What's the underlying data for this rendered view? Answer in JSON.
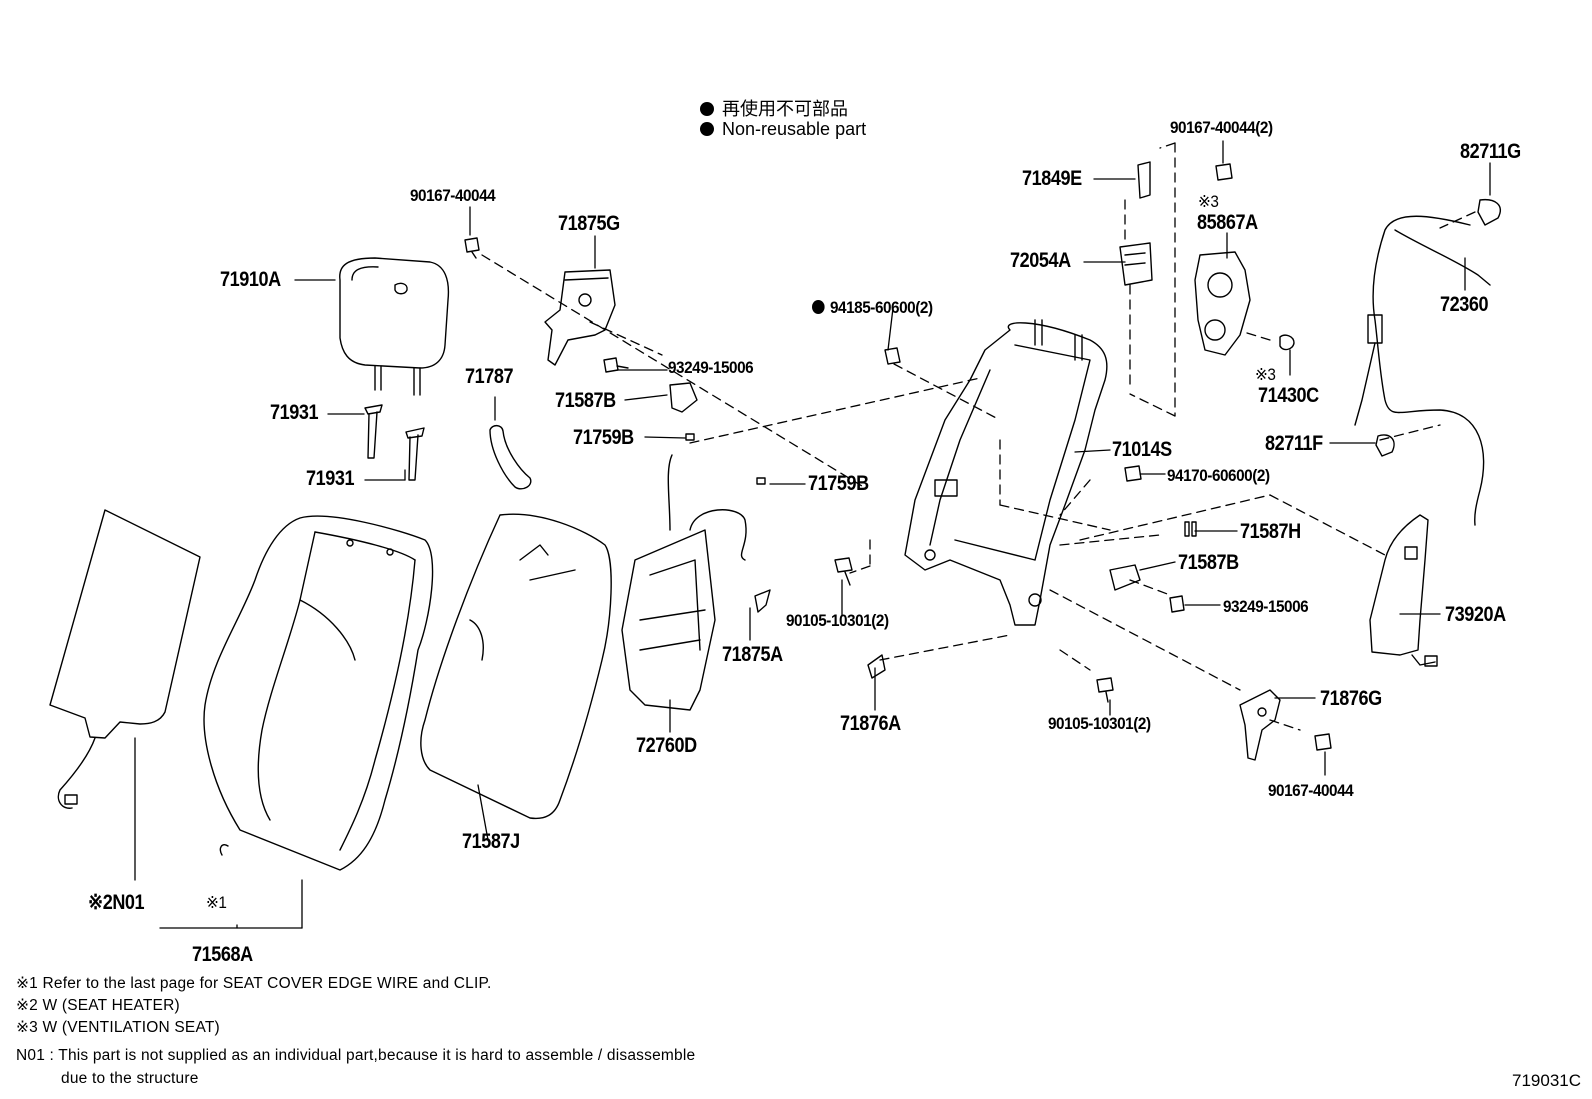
{
  "legend": {
    "jp": "再使用不可部品",
    "en": "Non-reusable part"
  },
  "part_labels": {
    "p90167_40044_a": "90167-40044",
    "p71875G": "71875G",
    "p71910A": "71910A",
    "p71931_a": "71931",
    "p71931_b": "71931",
    "p71787": "71787",
    "p93249_15006_a": "93249-15006",
    "p71587B_a": "71587B",
    "p71759B_a": "71759B",
    "p71759B_b": "71759B",
    "p94185_60600": "94185-60600(2)",
    "p71849E": "71849E",
    "p72054A": "72054A",
    "p90167_40044_2": "90167-40044(2)",
    "p85867A": "85867A",
    "p82711G": "82711G",
    "p72360": "72360",
    "p71430C": "71430C",
    "p82711F": "82711F",
    "p71014S": "71014S",
    "p94170_60600": "94170-60600(2)",
    "p71587H": "71587H",
    "p71587B_b": "71587B",
    "p93249_15006_b": "93249-15006",
    "p73920A": "73920A",
    "p90105_10301_a": "90105-10301(2)",
    "p71875A": "71875A",
    "p72760D": "72760D",
    "p71876A": "71876A",
    "p90105_10301_b": "90105-10301(2)",
    "p71876G": "71876G",
    "p90167_40044_b": "90167-40044",
    "p71587J": "71587J",
    "p71568A": "71568A",
    "pN01": "※2N01",
    "mark1": "※1",
    "mark3_a": "※3",
    "mark3_b": "※3"
  },
  "notes": {
    "n1": "※1  Refer to the last page for SEAT COVER EDGE WIRE and CLIP.",
    "n2": "※2  W (SEAT  HEATER)",
    "n3": "※3  W (VENTILATION  SEAT)",
    "n4a": "N01 : This part is not supplied as an individual part,because it is hard to assemble / disassemble",
    "n4b": "due to the structure"
  },
  "diagram_code": "719031C"
}
